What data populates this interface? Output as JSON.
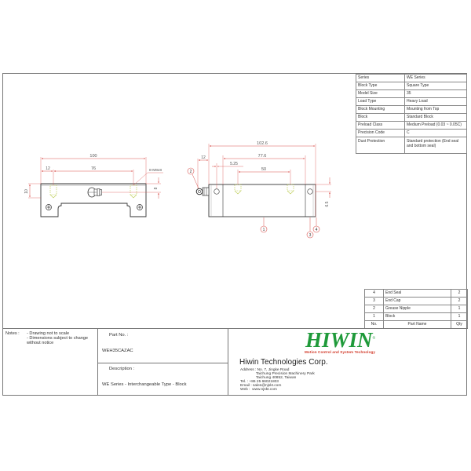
{
  "spec_table": {
    "rows": [
      {
        "key": "Series",
        "value": "WE Series"
      },
      {
        "key": "Block Type",
        "value": "Square Type"
      },
      {
        "key": "Model Size",
        "value": "35"
      },
      {
        "key": "Load Type",
        "value": "Heavy Load"
      },
      {
        "key": "Block Mounting",
        "value": "Mounting from Top"
      },
      {
        "key": "Block",
        "value": "Standard Block"
      },
      {
        "key": "Preload Class",
        "value": "Medium Preload (0.03 ~ 0.05C)"
      },
      {
        "key": "Precision Code",
        "value": "C"
      },
      {
        "key": "Dust Protection",
        "value": "Standard protection (End seal and bottom seal)"
      }
    ]
  },
  "front_view": {
    "dims": {
      "overall_width": "100",
      "hole_offset": "12",
      "hole_spacing": "76",
      "thread": "8-M8x8",
      "height_left": "10",
      "height_right": "8"
    }
  },
  "side_view": {
    "dims": {
      "overall_length": "102.6",
      "nipple_offset": "12",
      "body_length": "77.6",
      "hole_offset": "5.25",
      "hole_spacing": "50",
      "height_right": "6.5"
    },
    "balloons": [
      "1",
      "2",
      "3",
      "4"
    ]
  },
  "parts_table": {
    "rows": [
      {
        "no": "4",
        "name": "End Seal",
        "qty": "2"
      },
      {
        "no": "3",
        "name": "End Cap",
        "qty": "2"
      },
      {
        "no": "2",
        "name": "Grease Nipple",
        "qty": "1"
      },
      {
        "no": "1",
        "name": "Block",
        "qty": "1"
      }
    ],
    "header": {
      "no": "No.",
      "name": "Part Name",
      "qty": "Qty"
    }
  },
  "notes": {
    "label": "Notes :",
    "line1": "- Drawing not to scale",
    "line2": "- Dimensions subject to change",
    "line3": "without notice"
  },
  "part_info": {
    "part_no_label": "Part No. :",
    "part_no": "WEH35CAZAC",
    "description_label": "Description :",
    "description": "WE Series - Interchangeable Type - Block"
  },
  "company": {
    "logo": "HIWIN",
    "registered": "®",
    "tagline": "Motion Control and System Technology",
    "name": "Hiwin Technologies Corp.",
    "address": "Address : No. 7, Jingke Road\n               Taichung Precision Machinery Park\n               Taichung 40852, Taiwan\nTel. : +86 25 66021803\nEmail : sales@njskt.com\nWeb :  www.njskt.com",
    "brand_color": "#1f9a3a",
    "tagline_color": "#d23a2a"
  },
  "colors": {
    "dimension_red": "#d9534f",
    "thread_green": "#b8c94a",
    "outline": "#333333"
  }
}
